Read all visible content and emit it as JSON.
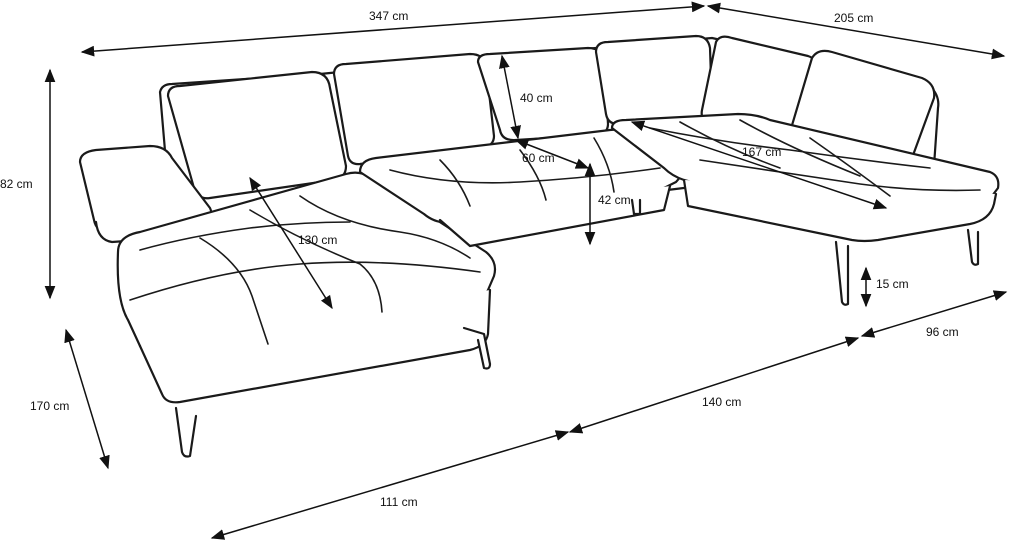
{
  "diagram": {
    "line_color": "#1a1a1a",
    "dimensions": {
      "total_width": "347 cm",
      "right_depth": "205 cm",
      "height": "82 cm",
      "cushion_height": "40 cm",
      "seat_depth": "60 cm",
      "seat_height": "42 cm",
      "left_chaise_length": "130 cm",
      "right_chaise_length": "167 cm",
      "leg_height": "15 cm",
      "left_depth": "170 cm",
      "front_left": "111 cm",
      "front_middle": "140 cm",
      "front_right": "96 cm"
    }
  }
}
